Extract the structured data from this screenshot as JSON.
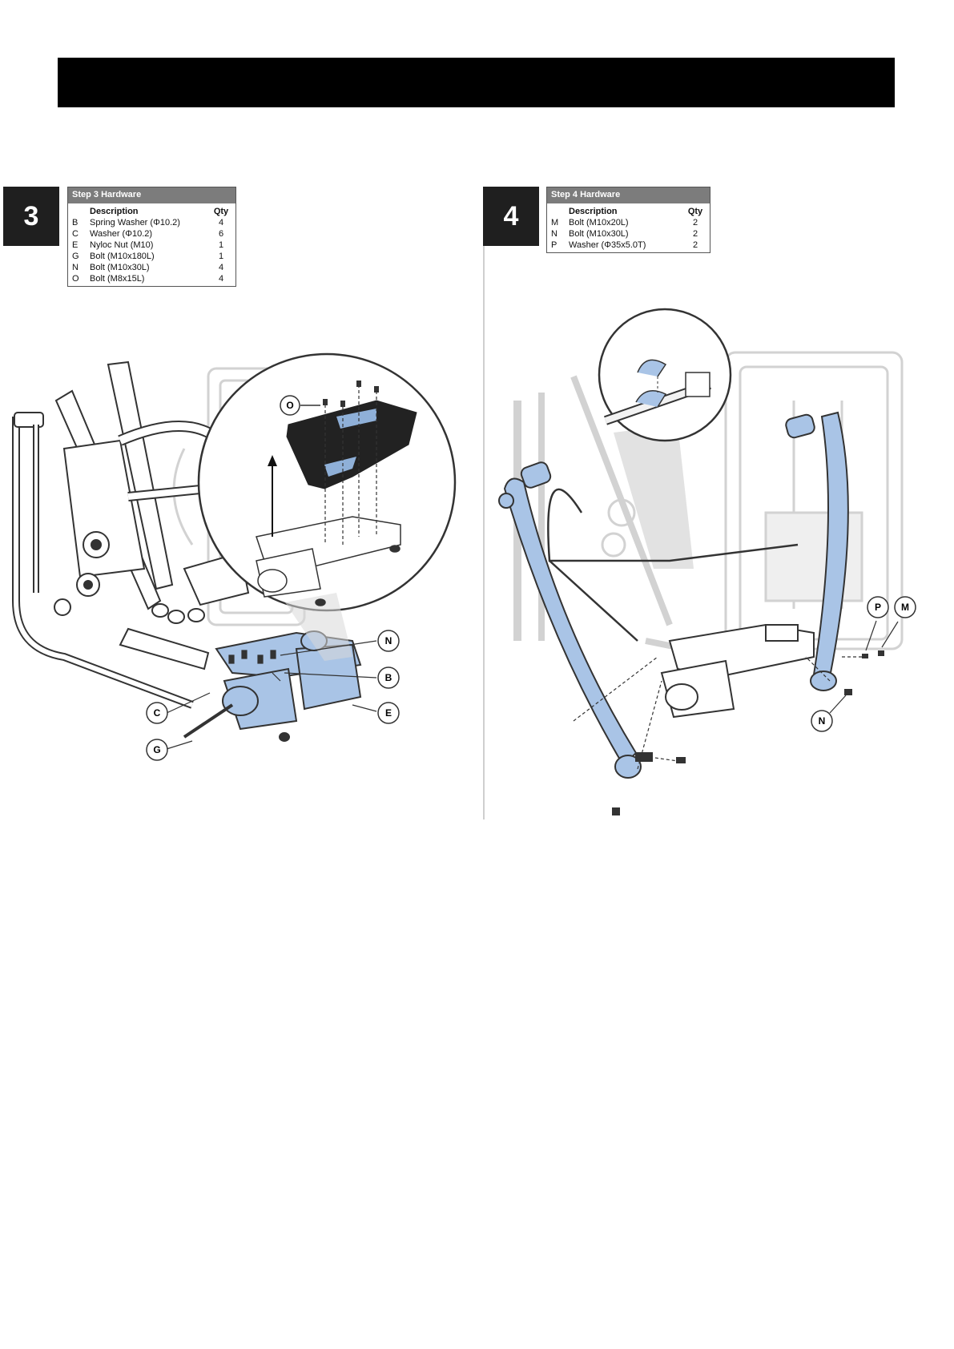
{
  "step3": {
    "badge": "3",
    "table": {
      "title": "Step 3 Hardware",
      "col_description": "Description",
      "col_qty": "Qty",
      "rows": [
        {
          "letter": "B",
          "desc": "Spring Washer (Φ10.2)",
          "qty": "4"
        },
        {
          "letter": "C",
          "desc": "Washer (Φ10.2)",
          "qty": "6"
        },
        {
          "letter": "E",
          "desc": "Nyloc Nut (M10)",
          "qty": "1"
        },
        {
          "letter": "G",
          "desc": "Bolt (M10x180L)",
          "qty": "1"
        },
        {
          "letter": "N",
          "desc": "Bolt (M10x30L)",
          "qty": "4"
        },
        {
          "letter": "O",
          "desc": "Bolt (M8x15L)",
          "qty": "4"
        }
      ]
    },
    "callouts": {
      "o": "O",
      "n": "N",
      "b": "B",
      "e": "E",
      "c": "C",
      "g": "G"
    }
  },
  "step4": {
    "badge": "4",
    "table": {
      "title": "Step 4 Hardware",
      "col_description": "Description",
      "col_qty": "Qty",
      "rows": [
        {
          "letter": "M",
          "desc": "Bolt (M10x20L)",
          "qty": "2"
        },
        {
          "letter": "N",
          "desc": "Bolt (M10x30L)",
          "qty": "2"
        },
        {
          "letter": "P",
          "desc": "Washer (Φ35x5.0T)",
          "qty": "2"
        }
      ]
    },
    "callouts": {
      "p": "P",
      "m": "M",
      "n": "N"
    }
  },
  "colors": {
    "highlight_part": "#a9c4e6",
    "ghost_frame": "#d8d8d8",
    "dark_part": "#222222"
  }
}
